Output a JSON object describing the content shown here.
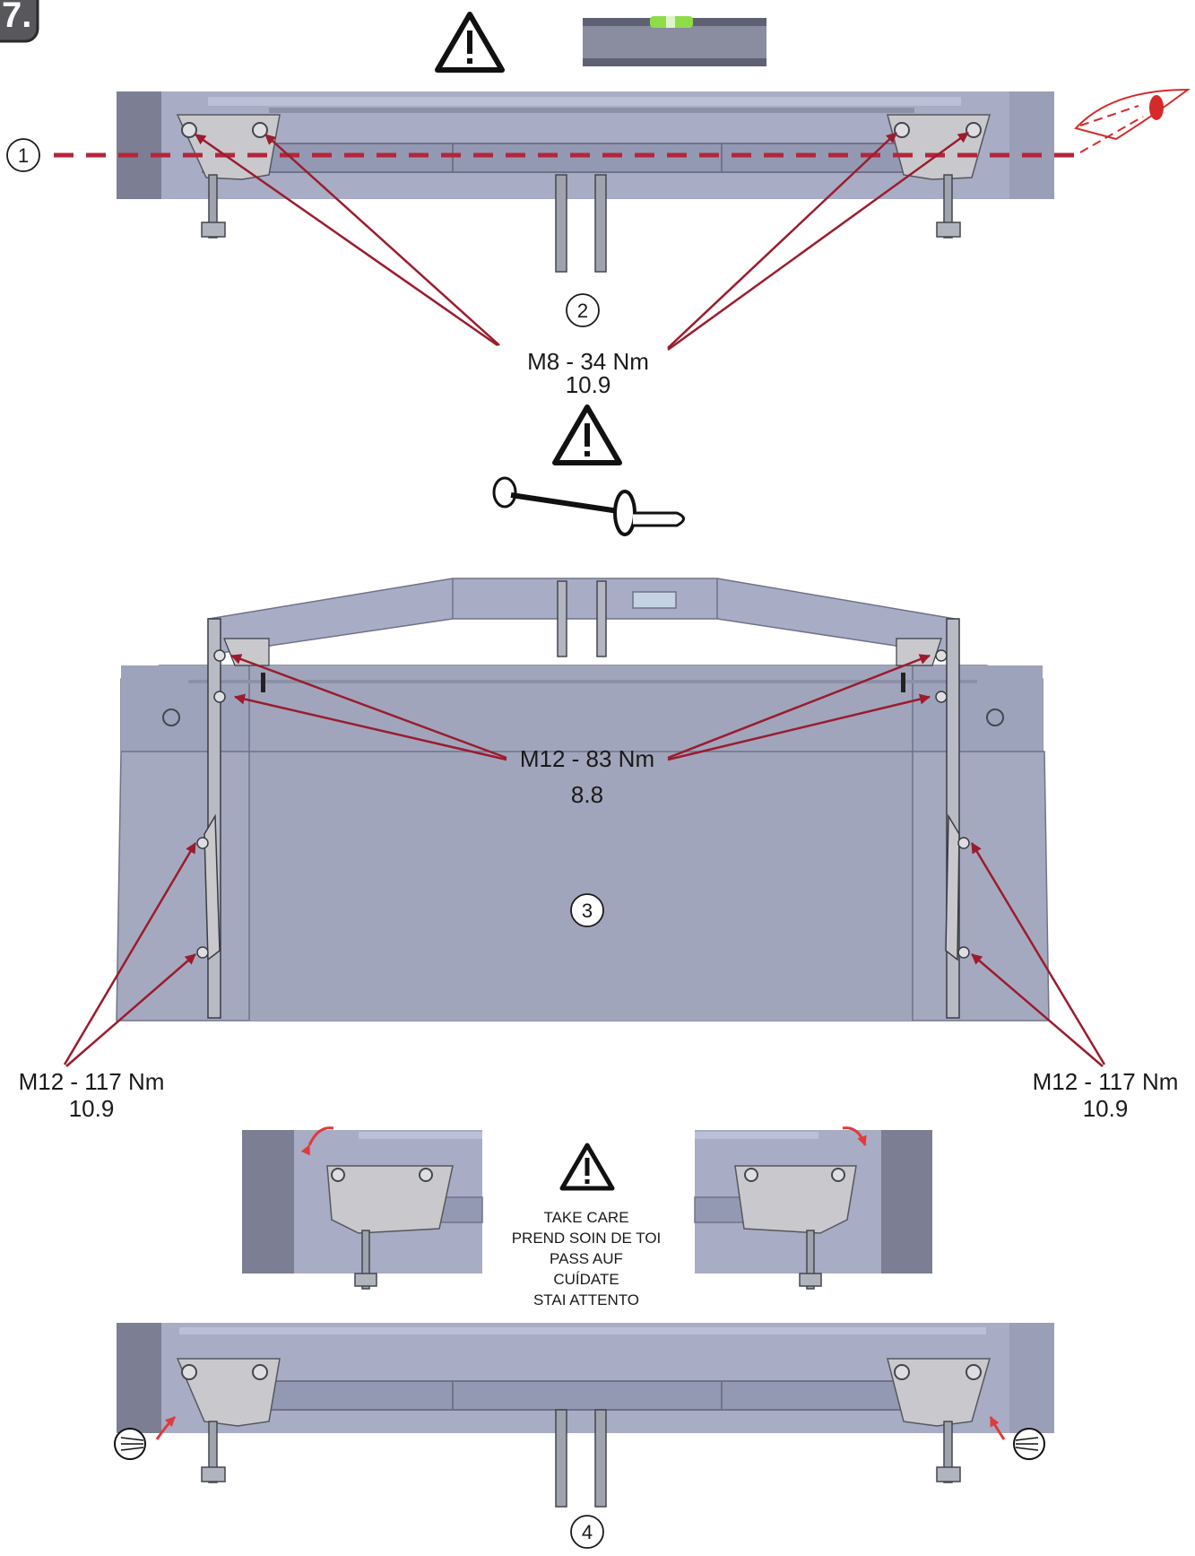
{
  "step_badge": {
    "label": "7."
  },
  "steps": {
    "s1": "1",
    "s2": "2",
    "s3": "3",
    "s4": "4"
  },
  "torque_specs": {
    "m8": {
      "spec": "M8 - 34 Nm",
      "grade": "10.9"
    },
    "m12_83": {
      "spec": "M12 - 83 Nm",
      "grade": "8.8"
    },
    "m12_117_left": {
      "spec": "M12 - 117 Nm",
      "grade": "10.9"
    },
    "m12_117_right": {
      "spec": "M12 - 117 Nm",
      "grade": "10.9"
    }
  },
  "caution": {
    "lines": [
      "TAKE CARE",
      "PREND SOIN DE TOI",
      "PASS AUF",
      "CUÍDATE",
      "STAI ATTENTO"
    ]
  },
  "colors": {
    "frame": "#a8acc4",
    "frame_dark": "#7c7f93",
    "frame_shadow": "#8d91a8",
    "bracket": "#c9c9cd",
    "arrow": "#9b1c2e",
    "dashed_line": "#b3263a",
    "curved_arrow": "#e03a3a",
    "level_body": "#7f8296",
    "level_bubble": "#8edc4a"
  },
  "icons": {
    "warning": "warning-triangle-icon",
    "level": "spirit-level-icon",
    "eye": "eye-icon",
    "torque_wrench": "torque-wrench-icon",
    "screw": "screw-icon"
  }
}
